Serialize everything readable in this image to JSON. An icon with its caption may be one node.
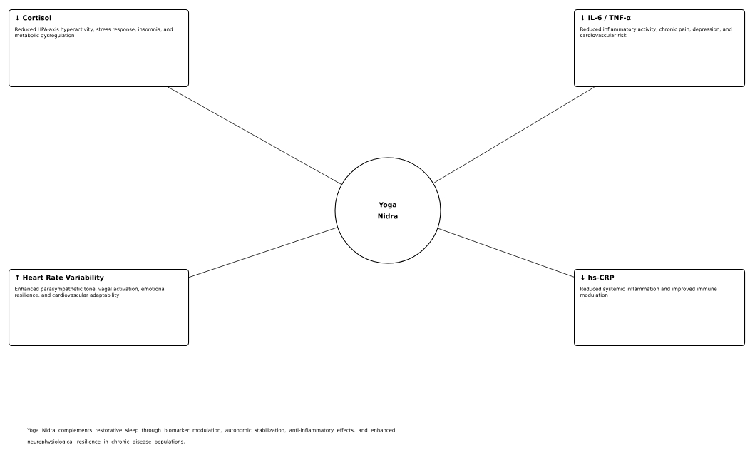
{
  "diagram": {
    "nodes": [
      {
        "text": [
          "↓ Cortisol",
          "Reduced HPA-axis hyperactivity, stress response, insomnia, and metabolic dysregulation"
        ]
      },
      {
        "text": [
          "↓ IL-6 / TNF-α",
          "Reduced inflammatory activity, chronic pain, depression, and cardiovascular risk"
        ]
      },
      {
        "text": [
          "Yoga Nidra"
        ]
      },
      {
        "text": [
          "↑ Heart Rate Variability",
          "Enhanced parasympathetic tone, vagal activation, emotional resilience, and cardiovascular adaptability"
        ]
      },
      {
        "text": [
          "↓ hs-CRP",
          "Reduced systemic inflammation and improved immune modulation"
        ]
      }
    ],
    "edges": [
      {
        "from": 2,
        "to": 0,
        "arrow": "none"
      },
      {
        "from": 2,
        "to": 1,
        "arrow": "none"
      },
      {
        "from": 2,
        "to": 3,
        "arrow": "none"
      },
      {
        "from": 2,
        "to": 4,
        "arrow": "none"
      }
    ],
    "caption": "Yoga Nidra complements restorative sleep through biomarker modulation, autonomic stabilization, anti-inflammatory effects, and enhanced neurophysiological resilience in chronic disease populations."
  }
}
